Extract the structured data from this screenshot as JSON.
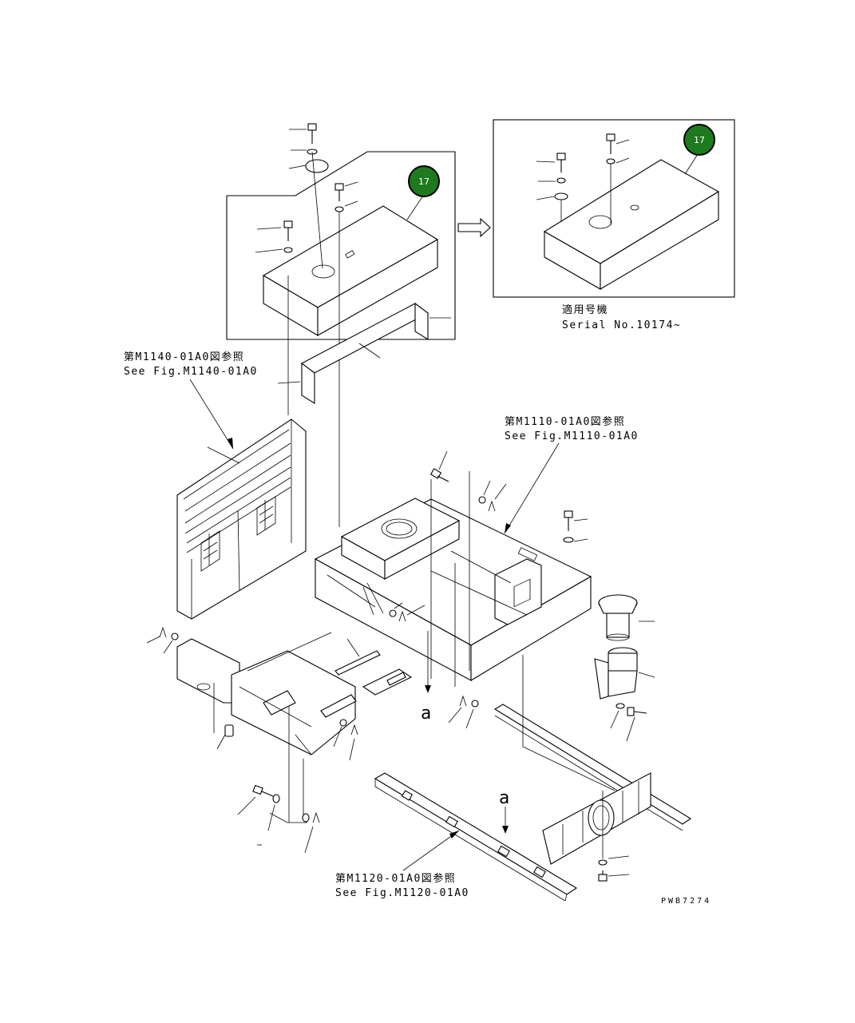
{
  "colors": {
    "badge_fill": "#1e7a1e",
    "badge_text": "#ffffff",
    "line": "#000000"
  },
  "badges": [
    {
      "label": "17"
    },
    {
      "label": "17"
    }
  ],
  "references": {
    "m1140": {
      "jp": "第M1140-01A0図参照",
      "en": "See Fig.M1140-01A0"
    },
    "m1110": {
      "jp": "第M1110-01A0図参照",
      "en": "See Fig.M1110-01A0"
    },
    "m1120": {
      "jp": "第M1120-01A0図参照",
      "en": "See Fig.M1120-01A0"
    }
  },
  "serial": {
    "jp": "適用号機",
    "en": "Serial No.10174~"
  },
  "markers": {
    "a1": "a",
    "a2": "a"
  },
  "drawing_code": "PWB7274"
}
